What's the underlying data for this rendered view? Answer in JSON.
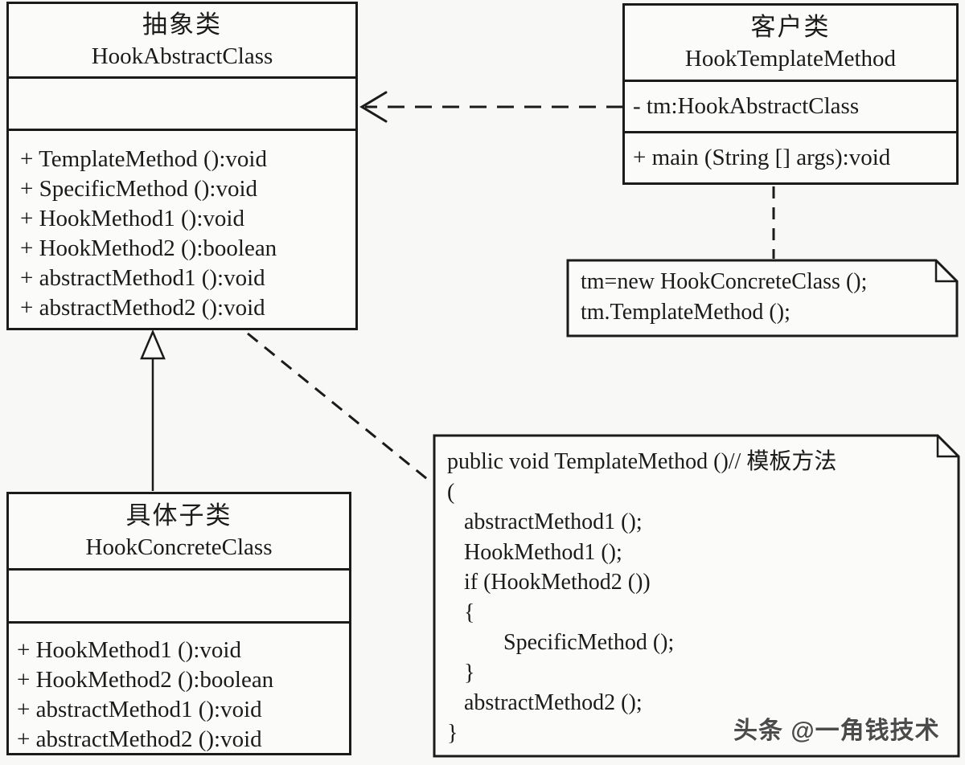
{
  "canvas": {
    "background": "#f8f8f6",
    "line_color": "#1b1b1b"
  },
  "classes": {
    "abstract": {
      "stereotype": "抽象类",
      "name": "HookAbstractClass",
      "attributes": [],
      "methods": [
        "+ TemplateMethod ():void",
        "+ SpecificMethod ():void",
        "+ HookMethod1 ():void",
        "+ HookMethod2 ():boolean",
        "+ abstractMethod1 ():void",
        "+ abstractMethod2 ():void"
      ]
    },
    "client": {
      "stereotype": "客户类",
      "name": "HookTemplateMethod",
      "attributes": [
        "- tm:HookAbstractClass"
      ],
      "methods": [
        "+ main (String [] args):void"
      ]
    },
    "concrete": {
      "stereotype": "具体子类",
      "name": "HookConcreteClass",
      "attributes": [],
      "methods": [
        "+ HookMethod1 ():void",
        "+ HookMethod2 ():boolean",
        "+ abstractMethod1 ():void",
        "+ abstractMethod2 ():void"
      ]
    }
  },
  "notes": {
    "client_note": {
      "lines": [
        "tm=new HookConcreteClass ();",
        "tm.TemplateMethod ();"
      ]
    },
    "template_note": {
      "lines": [
        "public void TemplateMethod ()// 模板方法",
        "(",
        "   abstractMethod1 ();",
        "   HookMethod1 ();",
        "   if (HookMethod2 ())",
        "   {",
        "          SpecificMethod ();",
        "   }",
        "   abstractMethod2 ();",
        "}"
      ]
    }
  },
  "watermark": {
    "text": "头条 @一角钱技术",
    "color": "#4b4b4b"
  }
}
